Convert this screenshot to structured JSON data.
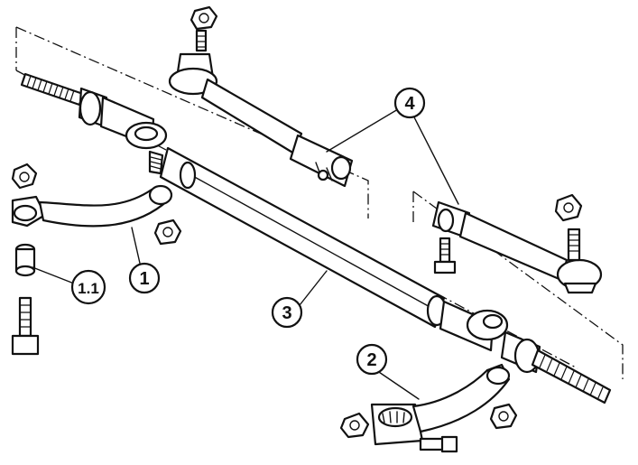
{
  "diagram": {
    "callouts": [
      {
        "id": "1",
        "label": "1"
      },
      {
        "id": "1.1",
        "label": "1.1"
      },
      {
        "id": "2",
        "label": "2"
      },
      {
        "id": "3",
        "label": "3"
      },
      {
        "id": "4",
        "label": "4"
      }
    ]
  }
}
